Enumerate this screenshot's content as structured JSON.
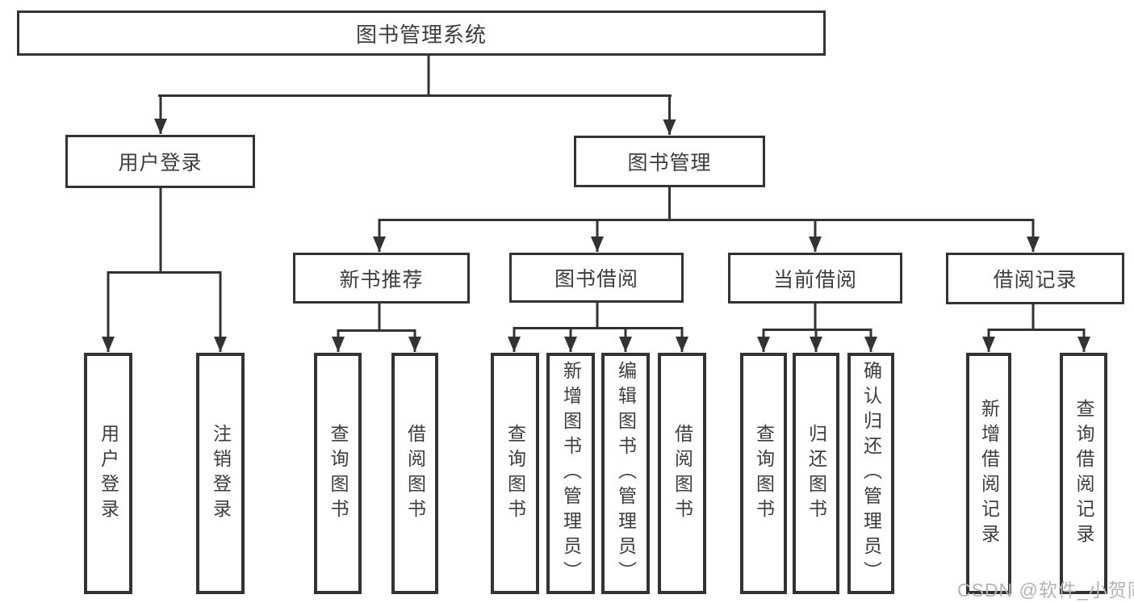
{
  "tree": {
    "root": {
      "label": "图书管理系统"
    },
    "branches": [
      {
        "label": "用户登录",
        "children": [
          {
            "label": "用户登录"
          },
          {
            "label": "注销登录"
          }
        ]
      },
      {
        "label": "图书管理",
        "groups": [
          {
            "label": "新书推荐",
            "children": [
              {
                "label": "查询图书"
              },
              {
                "label": "借阅图书"
              }
            ]
          },
          {
            "label": "图书借阅",
            "children": [
              {
                "label": "查询图书"
              },
              {
                "label": "新增图书（管理员）"
              },
              {
                "label": "编辑图书（管理员）"
              },
              {
                "label": "借阅图书"
              }
            ]
          },
          {
            "label": "当前借阅",
            "children": [
              {
                "label": "查询图书"
              },
              {
                "label": "归还图书"
              },
              {
                "label": "确认归还（管理员）"
              }
            ]
          },
          {
            "label": "借阅记录",
            "children": [
              {
                "label": "新增借阅记录"
              },
              {
                "label": "查询借阅记录"
              }
            ]
          }
        ]
      }
    ]
  },
  "watermark": {
    "text": "CSDN @软件_小贺同学"
  },
  "colors": {
    "line": "#333333",
    "box_border": "#333333",
    "text": "#3d3d3d",
    "watermark": "#b3b3b3",
    "background": "#ffffff"
  }
}
